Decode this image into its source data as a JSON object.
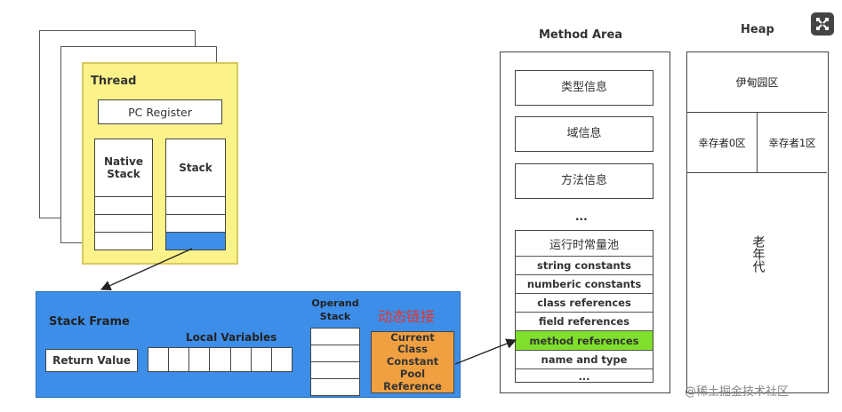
{
  "thread": {
    "title": "Thread",
    "pc_register": "PC Register",
    "native_stack": "Native Stack",
    "stack": "Stack"
  },
  "stack_frame": {
    "title": "Stack Frame",
    "return_value": "Return Value",
    "local_variables": "Local Variables",
    "operand_stack": "Operand Stack",
    "dynamic_linking": "动态链接",
    "constant_pool_ref": "Current Class Constant Pool Reference"
  },
  "method_area": {
    "title": "Method Area",
    "items": [
      "类型信息",
      "域信息",
      "方法信息"
    ],
    "ellipsis": "...",
    "pool_title": "运行时常量池",
    "pool_rows": [
      "string constants",
      "numberic constants",
      "class references",
      "field references",
      "method references",
      "name and type",
      "..."
    ]
  },
  "heap": {
    "title": "Heap",
    "eden": "伊甸园区",
    "survivor0": "幸存者0区",
    "survivor1": "幸存者1区",
    "old_gen": "老年代"
  },
  "watermark": "@稀土掘金技术社区",
  "colors": {
    "thread_bg": "#fbf28a",
    "frame_bg": "#3d8ee8",
    "constant_pool_ref_bg": "#f0a040",
    "method_ref_highlight": "#7ee02a",
    "dynamic_linking_text": "#e8342a"
  }
}
